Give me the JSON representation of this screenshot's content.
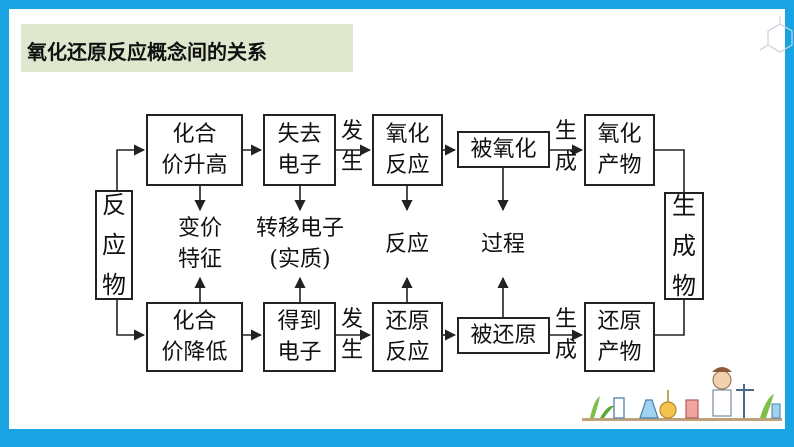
{
  "title": "氧化还原反应概念间的关系",
  "left_box": "反\n应\n物",
  "right_box": "生\n成\n物",
  "top_row": {
    "valence": "化合\n价升高",
    "electron": "失去\n电子",
    "edge_label": "发\n生",
    "reaction": "氧化\n反应",
    "process": "被氧化",
    "edge_label2": "生\n成",
    "product": "氧化\n产物"
  },
  "bottom_row": {
    "valence": "化合\n价降低",
    "electron": "得到\n电子",
    "edge_label": "发\n生",
    "reaction": "还原\n反应",
    "process": "被还原",
    "edge_label2": "生\n成",
    "product": "还原\n产物"
  },
  "middle": {
    "feature": "变价\n特征",
    "essence": "转移电子\n(实质)",
    "reaction": "反应",
    "process": "过程"
  }
}
